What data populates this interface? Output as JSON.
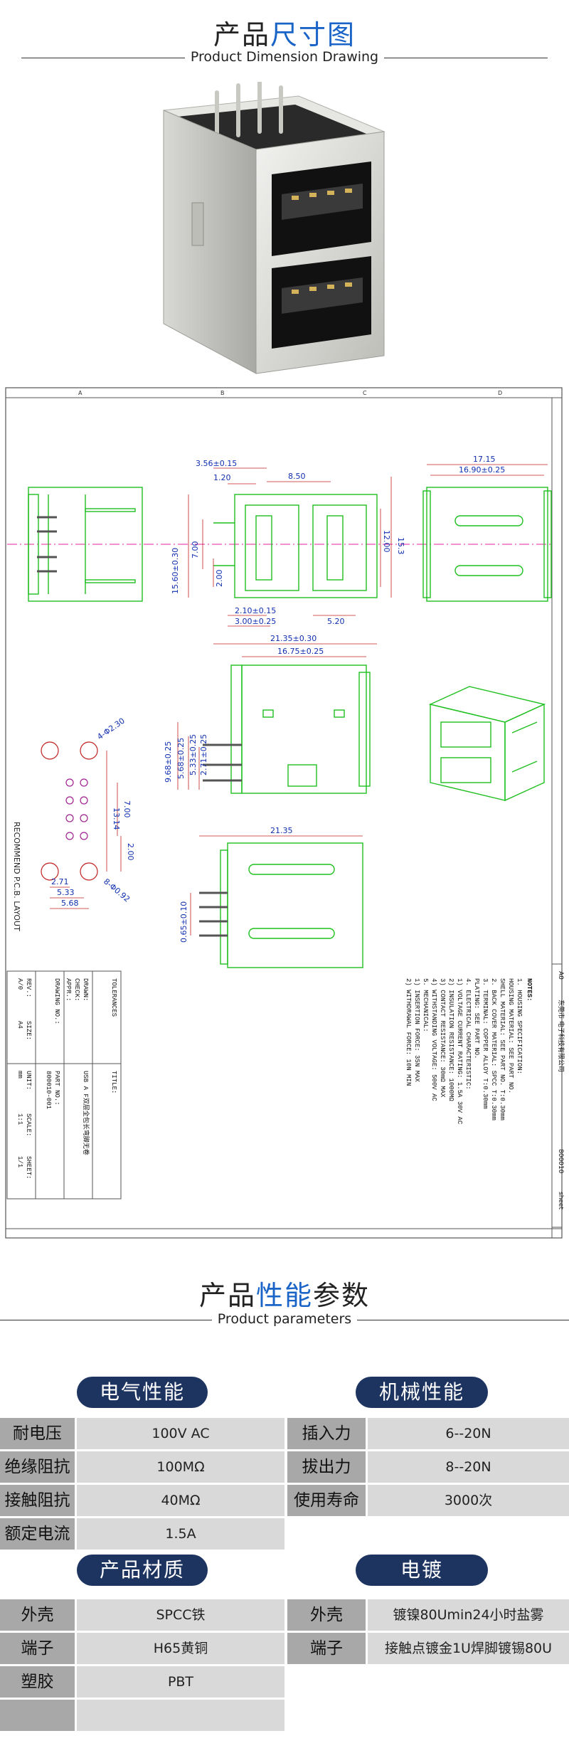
{
  "dimension_section": {
    "title_part1": "产品",
    "title_part2": "尺寸图",
    "subtitle": "Product Dimension Drawing"
  },
  "drawing": {
    "dims_top_view": [
      "3.56±0.15",
      "1.20",
      "8.50",
      "15.60±0.30",
      "7.00",
      "2.00",
      "2.10±0.15",
      "3.00±0.25",
      "5.20",
      "21.35±0.30",
      "15.3",
      "12.00"
    ],
    "dims_side_view": [
      "17.15",
      "16.90±0.25"
    ],
    "dims_front_view": [
      "16.75±0.25",
      "2.71±0.25",
      "5.33±0.25",
      "9.68±0.25",
      "5.68±0.25"
    ],
    "dims_pcb_layout": [
      "4-Φ2.30",
      "13.14",
      "7.00",
      "2.00",
      "8-Φ0.92",
      "2.71",
      "5.33",
      "5.68"
    ],
    "pcb_layout_label": "RECOMMEND P.C.B. LAYOUT",
    "dims_bottom_view": [
      "21.35",
      "0.65±0.10"
    ],
    "notes_header": "NOTES:",
    "notes": [
      "1. HOUSING SPECIFICATION:",
      "   HOUSING MATERIAL: SEE PART NO.",
      "   SHELL MATERIAL: SEE PART NO. T:0.30mm",
      "2. BACK COVER MATERIAL: SPCC T:0.30mm",
      "3. TERMINAL: COPPER ALLOY T:0.30mm",
      "   PLATING: SEE PART NO.",
      "4. ELECTRICAL CHARACTERISTIC:",
      "   1) VOLTAGE CURRENT RATING: 1.5A 30V AC",
      "   2) INSULATION RESISTANCE: 1000MΩ",
      "   3) CONTACT RESISTANCE: 30mΩ MAX",
      "   4) WITHSTANDING VOLTAGE: 500V AC",
      "5. MECHANICAL:",
      "   1) INSERTION FORCE: 35N MAX",
      "   2) WITHDRAWAL FORCE: 10N MIN"
    ],
    "title_block": {
      "tolerances": "TOLERANCES",
      "title_label": "TITLE:",
      "title_value": "USB A F双层全包长弯脚无卷",
      "part_no_label": "PART NO.:",
      "drawing_no_label": "DRAWING NO.:",
      "drawing_no": "800010-001",
      "scale_label": "SCALE:",
      "scale": "1:1",
      "sheet_label": "SHEET:",
      "sheet": "1/1",
      "unit_label": "UNIT:",
      "unit": "mm",
      "size_label": "SIZE:",
      "size": "A4",
      "drawn_label": "DRAWN:",
      "check_label": "CHECK:",
      "appr_label": "APPR.:",
      "rev_label": "REV.:",
      "rev": "A/0"
    },
    "right_strip": [
      "A0",
      "东莞市 电子科技有限公司",
      "800010",
      "sheet"
    ],
    "column_markers": [
      "A",
      "B",
      "C",
      "D"
    ]
  },
  "params_section": {
    "title_part1": "产品",
    "title_part2": "性能",
    "title_part3": "参数",
    "subtitle": "Product parameters"
  },
  "electrical": {
    "heading": "电气性能",
    "rows": [
      {
        "k": "耐电压",
        "v": "100V AC"
      },
      {
        "k": "绝缘阻抗",
        "v": "100MΩ"
      },
      {
        "k": "接触阻抗",
        "v": "40MΩ"
      },
      {
        "k": "额定电流",
        "v": "1.5A"
      }
    ]
  },
  "mechanical": {
    "heading": "机械性能",
    "rows": [
      {
        "k": "插入力",
        "v": "6--20N"
      },
      {
        "k": "拔出力",
        "v": "8--20N"
      },
      {
        "k": "使用寿命",
        "v": "3000次"
      }
    ]
  },
  "material": {
    "heading": "产品材质",
    "rows": [
      {
        "k": "外壳",
        "v": "SPCC铁"
      },
      {
        "k": "端子",
        "v": "H65黄铜"
      },
      {
        "k": "塑胶",
        "v": "PBT"
      },
      {
        "k": "",
        "v": ""
      }
    ]
  },
  "plating": {
    "heading": "电镀",
    "rows": [
      {
        "k": "外壳",
        "v": "镀镍80Umin24小时盐雾"
      },
      {
        "k": "端子",
        "v": "接触点镀金1U焊脚镀锡80U"
      }
    ]
  }
}
